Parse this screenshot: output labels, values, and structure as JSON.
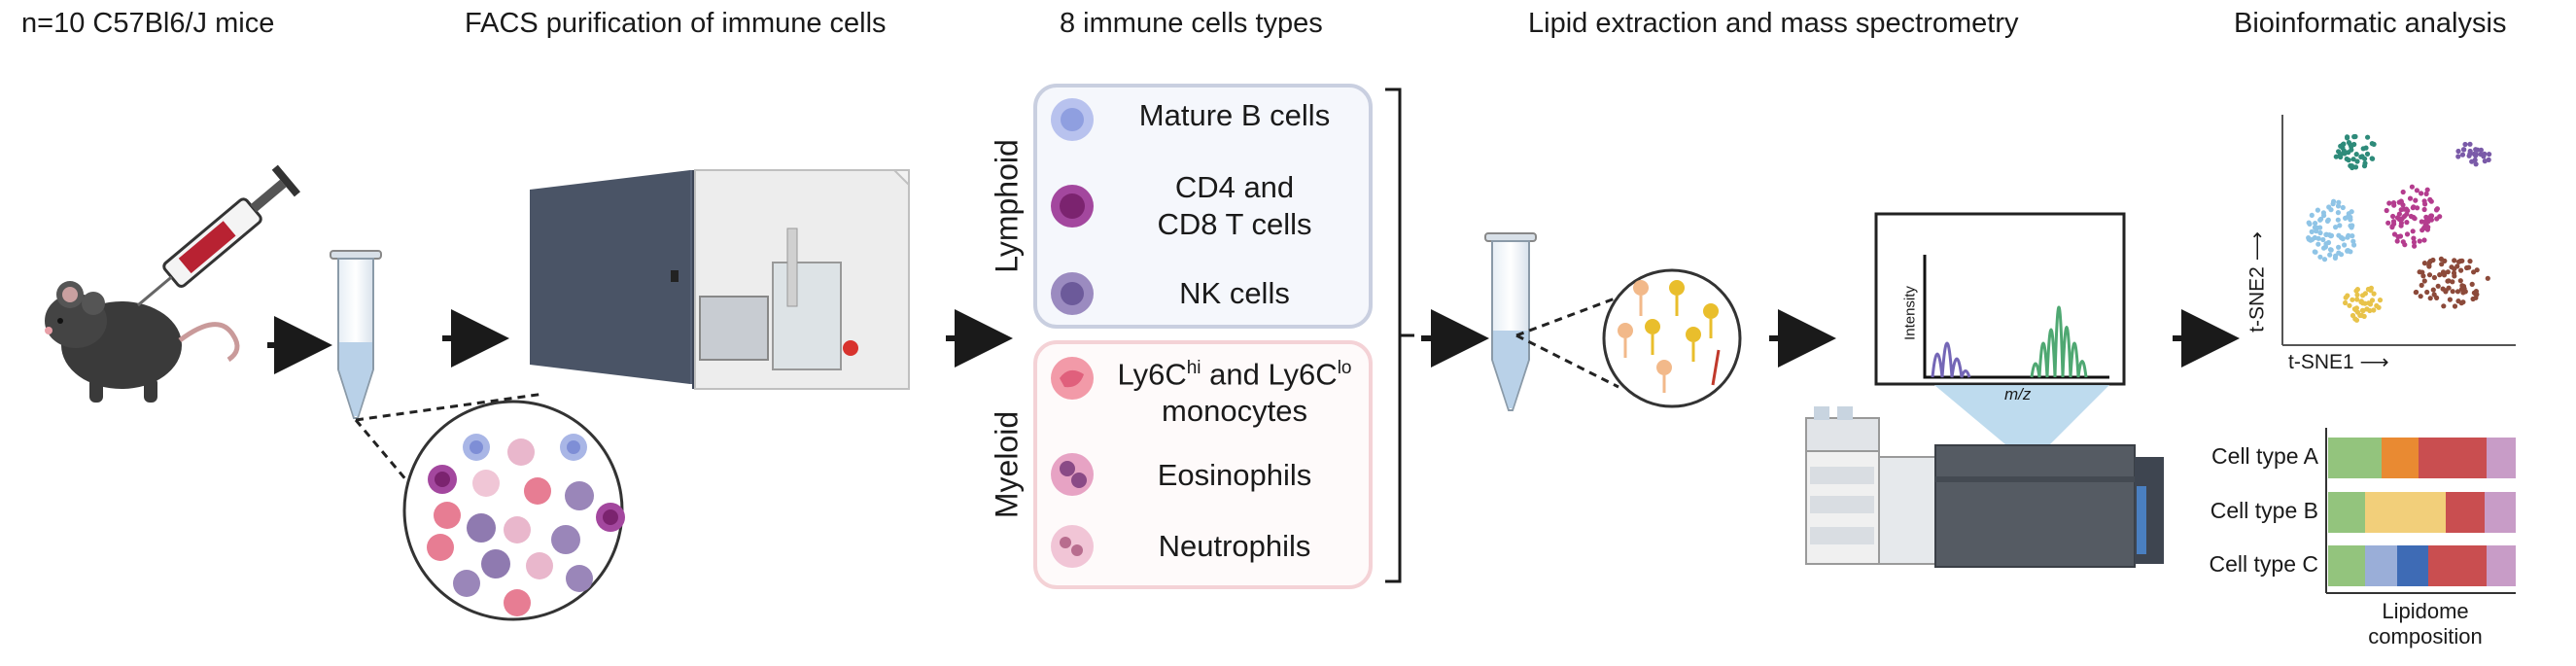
{
  "stages": {
    "mice": "n=10 C57Bl6/J mice",
    "facs": "FACS purification of immune cells",
    "cell_types": "8 immune cells types",
    "lipid": "Lipid extraction and mass spectrometry",
    "bioinfo": "Bioinformatic analysis"
  },
  "groups": {
    "lymphoid": {
      "label": "Lymphoid",
      "cells": [
        {
          "line1": "Mature B cells",
          "line2": ""
        },
        {
          "line1": "CD4 and",
          "line2": "CD8 T cells"
        },
        {
          "line1": "NK cells",
          "line2": ""
        }
      ]
    },
    "myeloid": {
      "label": "Myeloid",
      "cells": [
        {
          "line1_a": "Ly6C",
          "sup1": "hi",
          "line1_b": " and Ly6C",
          "sup2": "lo",
          "line2": "monocytes"
        },
        {
          "line1": "Eosinophils"
        },
        {
          "line1": "Neutrophils"
        }
      ]
    }
  },
  "spectrum": {
    "ylabel": "Intensity",
    "xlabel": "m/z"
  },
  "tsne": {
    "xlabel": "t-SNE1",
    "ylabel": "t-SNE2"
  },
  "lipidome": {
    "rows": [
      "Cell type A",
      "Cell type B",
      "Cell type C"
    ],
    "caption_line1": "Lipidome",
    "caption_line2": "composition"
  },
  "colors": {
    "lymphoid_border": "#c9cfe0",
    "lymphoid_fill": "#f5f7fc",
    "myeloid_border": "#f4d2d6",
    "myeloid_fill": "#fefafa",
    "cluster_teal": "#2e8b7a",
    "cluster_purple": "#7a5aa8",
    "cluster_blue": "#8fc4e6",
    "cluster_magenta": "#b43c8e",
    "cluster_yellow": "#e8c34a",
    "cluster_brown": "#8c4a3a"
  }
}
